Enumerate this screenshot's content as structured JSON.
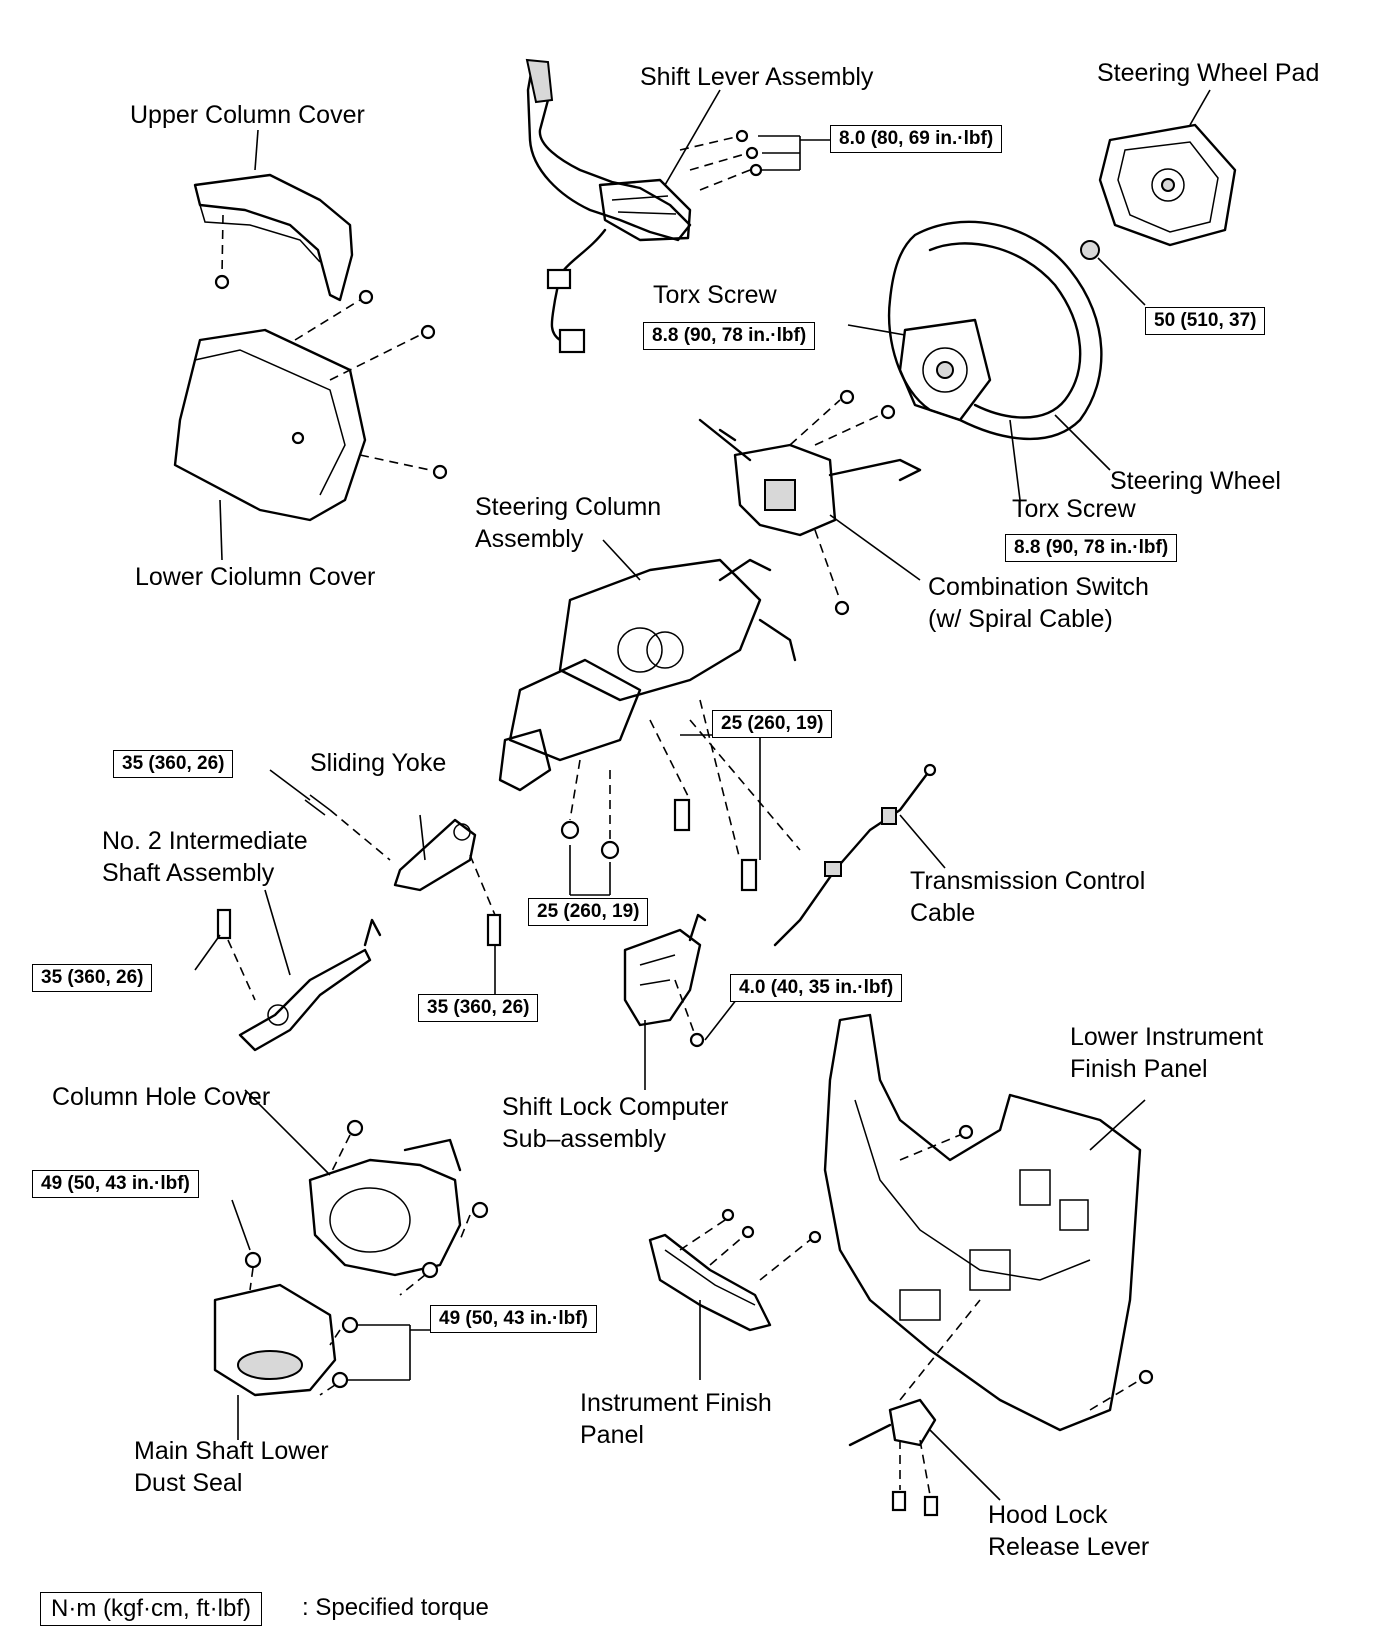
{
  "labels": {
    "shift_lever_assembly": "Shift Lever Assembly",
    "steering_wheel_pad": "Steering Wheel Pad",
    "upper_column_cover": "Upper Column Cover",
    "torx_screw_upper": "Torx Screw",
    "steering_wheel": "Steering Wheel",
    "torx_screw_lower": "Torx Screw",
    "lower_column_cover": "Lower Ciolumn Cover",
    "steering_column_assembly_line1": "Steering Column",
    "steering_column_assembly_line2": "Assembly",
    "combination_switch_line1": "Combination Switch",
    "combination_switch_line2": "(w/ Spiral Cable)",
    "sliding_yoke": "Sliding Yoke",
    "no2_intermediate_line1": "No. 2 Intermediate",
    "no2_intermediate_line2": "Shaft Assembly",
    "transmission_cable_line1": "Transmission Control",
    "transmission_cable_line2": "Cable",
    "lower_instrument_line1": "Lower Instrument",
    "lower_instrument_line2": "Finish Panel",
    "column_hole_cover": "Column Hole Cover",
    "shift_lock_line1": "Shift Lock Computer",
    "shift_lock_line2": "Sub–assembly",
    "main_shaft_seal_line1": "Main Shaft Lower",
    "main_shaft_seal_line2": "Dust Seal",
    "instrument_panel_line1": "Instrument Finish",
    "instrument_panel_line2": "Panel",
    "hood_lock_line1": "Hood Lock",
    "hood_lock_line2": "Release Lever"
  },
  "torques": {
    "shift_lever": "8.0 (80, 69 in.·lbf)",
    "wheel_nut": "50 (510, 37)",
    "torx_upper": "8.8 (90, 78 in.·lbf)",
    "torx_lower": "8.8 (90, 78 in.·lbf)",
    "column_bolts": "25 (260, 19)",
    "column_nuts": "25 (260, 19)",
    "yoke_bolt": "35 (360, 26)",
    "intermediate_bolt": "35 (360, 26)",
    "yoke_lower_bolt": "35 (360, 26)",
    "shift_lock": "4.0 (40, 35 in.·lbf)",
    "hole_cover_nut": "49 (50, 43 in.·lbf)",
    "dust_seal_nuts": "49 (50, 43 in.·lbf)"
  },
  "legend": {
    "unit": "N·m (kgf·cm, ft·lbf)",
    "text": ": Specified torque"
  }
}
